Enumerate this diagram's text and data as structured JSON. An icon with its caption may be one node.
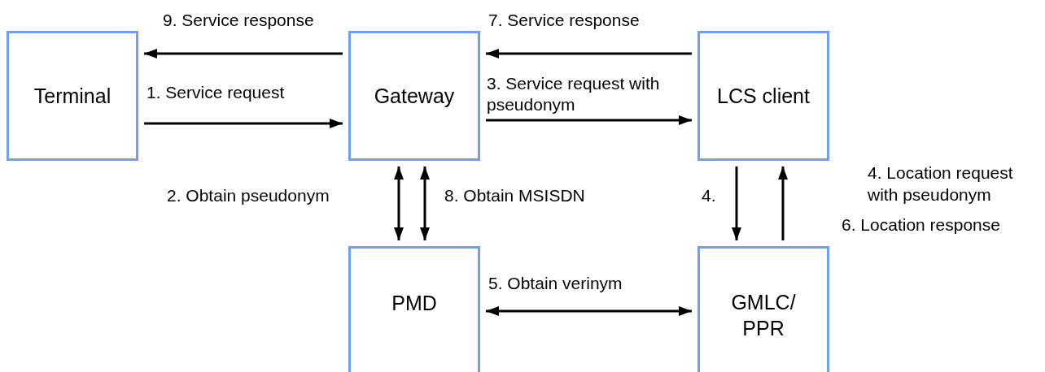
{
  "diagram": {
    "nodes": [
      {
        "text": [
          "Terminal"
        ]
      },
      {
        "text": [
          "Gateway"
        ]
      },
      {
        "text": [
          "LCS client"
        ]
      },
      {
        "text": [
          "PMD"
        ]
      },
      {
        "text": [
          "GMLC/ PPR"
        ]
      }
    ],
    "edges": [
      {
        "from": 1,
        "to": 0,
        "arrow": "to",
        "label": "9. Service response"
      },
      {
        "from": 0,
        "to": 1,
        "arrow": "to",
        "label": "1. Service request"
      },
      {
        "from": 1,
        "to": 2,
        "arrow": "to",
        "label": "3. Service request with pseudonym"
      },
      {
        "from": 2,
        "to": 1,
        "arrow": "to",
        "label": "7. Service response"
      },
      {
        "from": 1,
        "to": 3,
        "arrow": "both",
        "label": "2. Obtain pseudonym"
      },
      {
        "from": 1,
        "to": 3,
        "arrow": "both",
        "label": "8. Obtain MSISDN"
      },
      {
        "from": 2,
        "to": 4,
        "arrow": "to",
        "label": "4."
      },
      {
        "from": 4,
        "to": 2,
        "arrow": "to",
        "label": "6. Location response"
      },
      {
        "from": 3,
        "to": 4,
        "arrow": "both",
        "label": "5. Obtain verinym"
      }
    ],
    "labels": [
      "4. Location request with pseudonym"
    ]
  }
}
